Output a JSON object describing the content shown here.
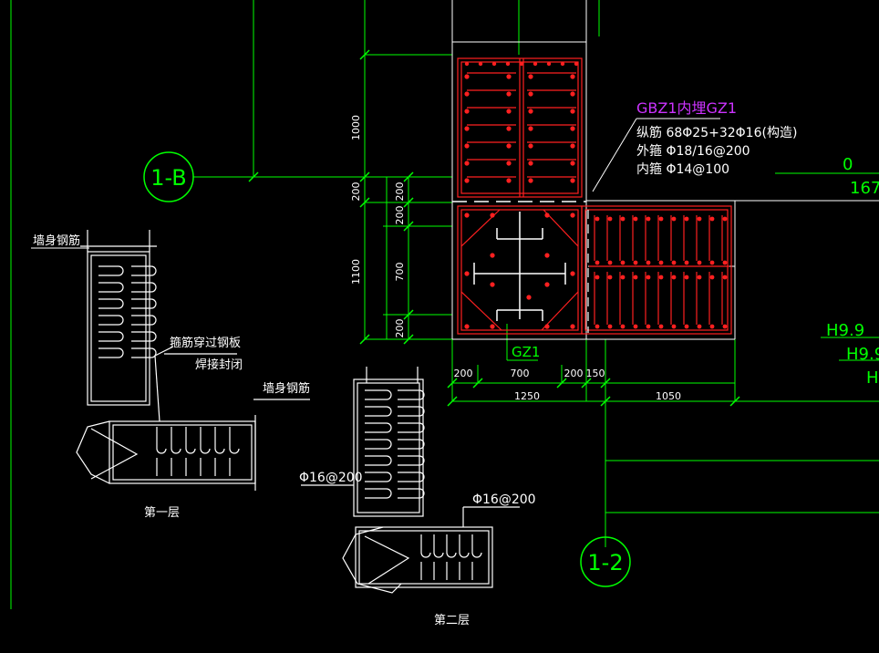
{
  "colors": {
    "background": "#000000",
    "outline": "#ffffff",
    "dimension": "#00ff00",
    "rebar": "#ff2020",
    "title": "#cc33ff",
    "grid": "#00ff66"
  },
  "grids": {
    "axis_b": "1-B",
    "axis_2": "1-2"
  },
  "callout": {
    "title": "GBZ1内埋GZ1",
    "line1": "纵筋  68Φ25+32Φ16(构造)",
    "line2": "外箍  Φ18/16@200",
    "line3": "内箍  Φ14@100"
  },
  "column_tag": "GZ1",
  "dims_vertical": {
    "d1000": "1000",
    "d200a": "200",
    "d200b": "200",
    "d200c": "200",
    "d1100": "1100",
    "d700": "700",
    "d200d": "200"
  },
  "dims_horizontal": {
    "h200": "200",
    "h700": "700",
    "h200b": "200",
    "h150": "150",
    "h1250": "1250",
    "h1050": "1050"
  },
  "right_edge": {
    "t1": "0",
    "t2": "167",
    "t3": "H9.9",
    "t4": "H9.9",
    "t5": "H"
  },
  "detail_left": {
    "wall_rebar_1": "墙身钢筋",
    "note_1": "箍筋穿过钢板",
    "note_2": "焊接封闭",
    "wall_rebar_2": "墙身钢筋",
    "layer": "第一层"
  },
  "detail_right": {
    "stirrup_1": "Φ16@200",
    "stirrup_2": "Φ16@200",
    "layer": "第二层"
  }
}
